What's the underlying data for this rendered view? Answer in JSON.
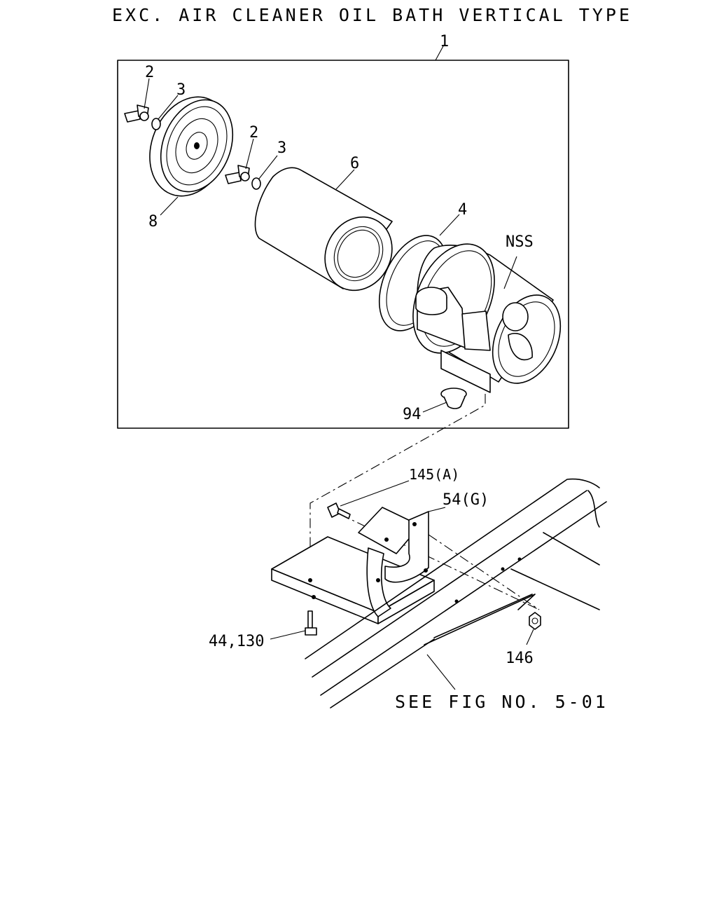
{
  "title": "EXC. AIR CLEANER OIL BATH VERTICAL TYPE",
  "reference": "SEE FIG NO. 5-01",
  "callouts": {
    "assembly": "1",
    "wing_nut_a": "2",
    "washer_a": "3",
    "wing_nut_b": "2",
    "washer_b": "3",
    "element": "6",
    "gasket": "4",
    "housing": "NSS",
    "cover": "8",
    "grommet": "94",
    "bolt_upper": "145(A)",
    "bracket": "54(G)",
    "bolt_lower": "44,130",
    "nut": "146"
  }
}
